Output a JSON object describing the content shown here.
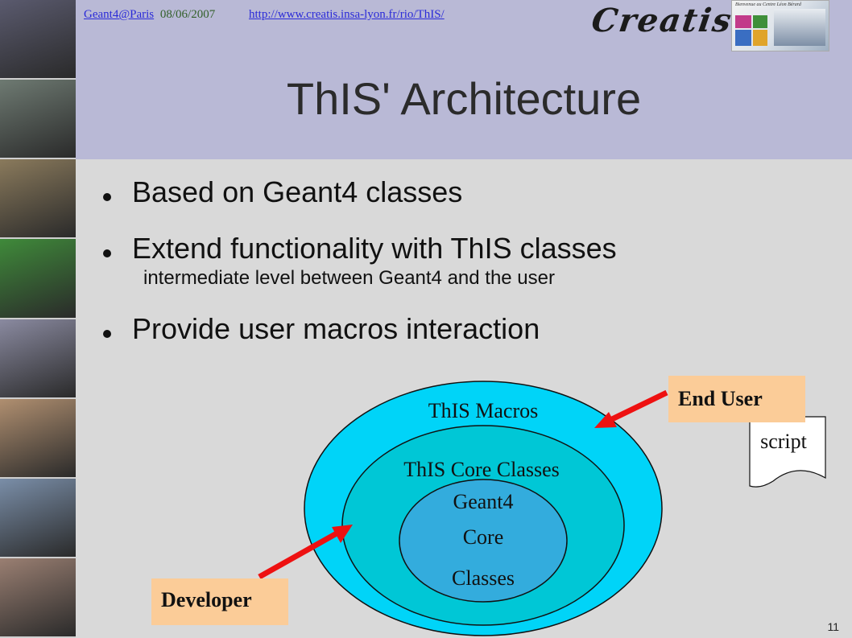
{
  "header": {
    "conference_link": "Geant4@Paris",
    "date": "08/06/2007",
    "url": "http://www.creatis.insa-lyon.fr/rio/ThIS/",
    "logo_text": "Creatis",
    "logo_tag": "Bienvenue au Centre Léon Bérard"
  },
  "slide": {
    "title": "ThIS' Architecture",
    "page_number": "11"
  },
  "bullets": [
    {
      "text": "Based on Geant4 classes",
      "sub": ""
    },
    {
      "text": "Extend functionality with ThIS classes",
      "sub": "intermediate level between Geant4 and the user"
    },
    {
      "text": "Provide user macros interaction",
      "sub": ""
    }
  ],
  "diagram": {
    "outer_label": "ThIS Macros",
    "middle_label": "ThIS Core Classes",
    "inner_lines": [
      "Geant4",
      "Core",
      "Classes"
    ],
    "end_user_label": "End User",
    "developer_label": "Developer",
    "script_label": "script",
    "colors": {
      "outer": "#00d4f8",
      "middle": "#00c7d6",
      "inner": "#33acdd",
      "arrow": "#ee1111",
      "label_box": "#fbcc98"
    }
  },
  "photo_strip": [
    "#5a5a6e",
    "#6e7a72",
    "#8a7a5c",
    "#3f8a3a",
    "#8a8aa0",
    "#b08f70",
    "#7a8ea8",
    "#9a7f72"
  ]
}
